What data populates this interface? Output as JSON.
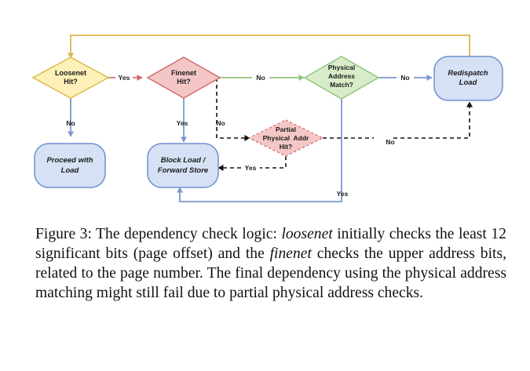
{
  "figure": {
    "nodes": {
      "loosenet": [
        "Loosenet",
        "Hit?"
      ],
      "finenet": [
        "Finenet",
        "Hit?"
      ],
      "physical": [
        "Physical",
        "Address",
        "Match?"
      ],
      "redispatch": [
        "Redispatch",
        "Load"
      ],
      "proceed": [
        "Proceed with",
        "Load"
      ],
      "block": [
        "Block Load /",
        "Forward Store"
      ],
      "partial": [
        "Partial",
        "Physical  Addr",
        "Hit?"
      ]
    },
    "edges": {
      "loosenet_yes": "Yes",
      "loosenet_no": "No",
      "finenet_no_physical": "No",
      "finenet_yes": "Yes",
      "finenet_no_partial": "No",
      "physical_no": "No",
      "physical_yes": "Yes",
      "partial_no": "No",
      "partial_yes": "Yes"
    },
    "colors": {
      "yellow_fill": "#fdf0b8",
      "yellow_stroke": "#dcb84a",
      "red_fill": "#f4c7c7",
      "red_stroke": "#d46a6a",
      "green_fill": "#d8ecc9",
      "green_stroke": "#93c47d",
      "blue_fill": "#d6e1f5",
      "blue_stroke": "#6f8fcf",
      "line_blue": "#7b97cf",
      "line_green": "#93c47d",
      "line_yellow": "#dcb84a",
      "line_red": "#d46a6a",
      "dashed": "#111111"
    }
  },
  "caption": {
    "p1": "Figure 3: The dependency check logic: ",
    "loosenet": "loosenet",
    "p2": " initially checks the least 12 significant bits (page offset) and the ",
    "finenet": "finenet",
    "p3": " checks the upper address bits, related to the page number. The final dependency using the physical address matching might still fail due to partial physical address checks."
  }
}
